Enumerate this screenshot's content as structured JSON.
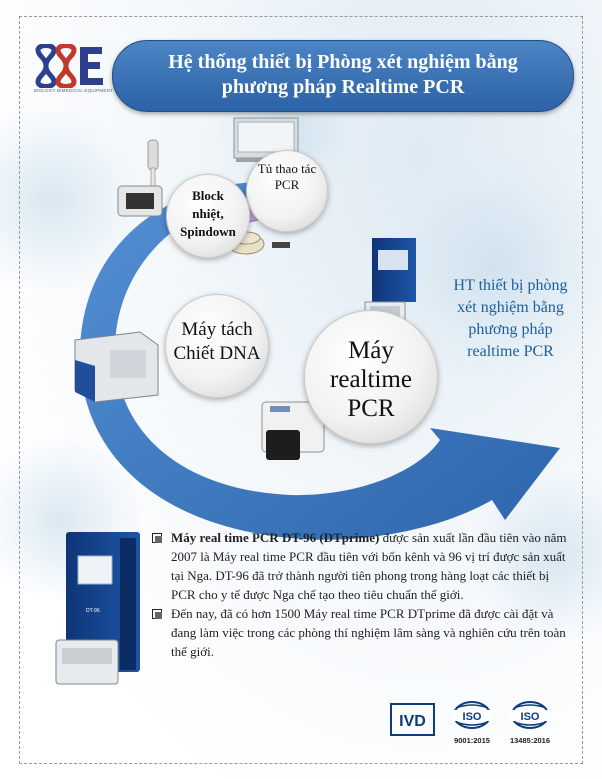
{
  "logo": {
    "mark_text": "8E",
    "tagline": "BIOLOGY BIMEDICAL EQUIPMENT"
  },
  "title": {
    "line1": "Hệ thống thiết bị Phòng xét nghiệm bằng",
    "line2": "phương pháp Realtime PCR"
  },
  "bubbles": {
    "hood": [
      "Tủ thao tác",
      "PCR"
    ],
    "block": [
      "Block",
      "nhiệt,",
      "Spindown"
    ],
    "dna": [
      "Máy tách",
      "Chiết DNA"
    ],
    "realtime": [
      "Máy",
      "realtime",
      "PCR"
    ]
  },
  "arrow_label": [
    "HT thiết bị phòng",
    "xét nghiệm bằng",
    "phương pháp",
    "realtime PCR"
  ],
  "bullets": [
    {
      "bold": "Máy real time PCR DT-96 (DTprime)",
      "text": " được sản xuất lần đầu tiên vào năm 2007 là Máy real time PCR đầu tiên với bốn kênh và 96 vị trí được sản xuất tại Nga. DT-96 đã trở thành người tiên phong trong hàng loạt các thiết bị PCR cho y tế được Nga chế tạo theo tiêu chuẩn thế giới."
    },
    {
      "bold": "",
      "text": "Đến nay, đã có hơn 1500 Máy real time PCR DTprime đã được cài đặt và đang làm việc trong các phòng thí nghiệm lâm sàng và nghiên cứu trên toàn thế giới."
    }
  ],
  "certifications": {
    "ivd": "IVD",
    "iso1": {
      "label": "ISO",
      "code": "9001:2015"
    },
    "iso2": {
      "label": "ISO",
      "code": "13485:2016"
    }
  },
  "colors": {
    "title_blue": "#2c62a6",
    "arrow_blue": "#2f6db8",
    "text_blue": "#1d5e9e",
    "device_blue": "#123f86"
  }
}
